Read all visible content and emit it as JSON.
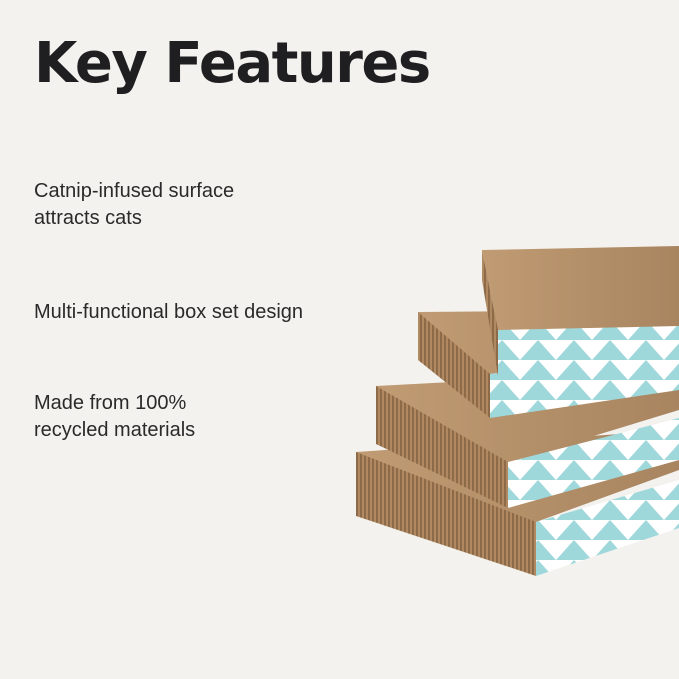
{
  "header": {
    "title": "Key Features"
  },
  "features": [
    {
      "text": "Catnip-infused surface\nattracts cats"
    },
    {
      "text": "Multi-functional box set design"
    },
    {
      "text": "Made from 100%\nrecycled materials"
    }
  ],
  "colors": {
    "background": "#f4f2ee",
    "title": "#1f1f21",
    "cardboard": "#b7926a",
    "pattern": "#9fd8db"
  },
  "image": {
    "icon": "stacked-cardboard-scratchers-image"
  }
}
